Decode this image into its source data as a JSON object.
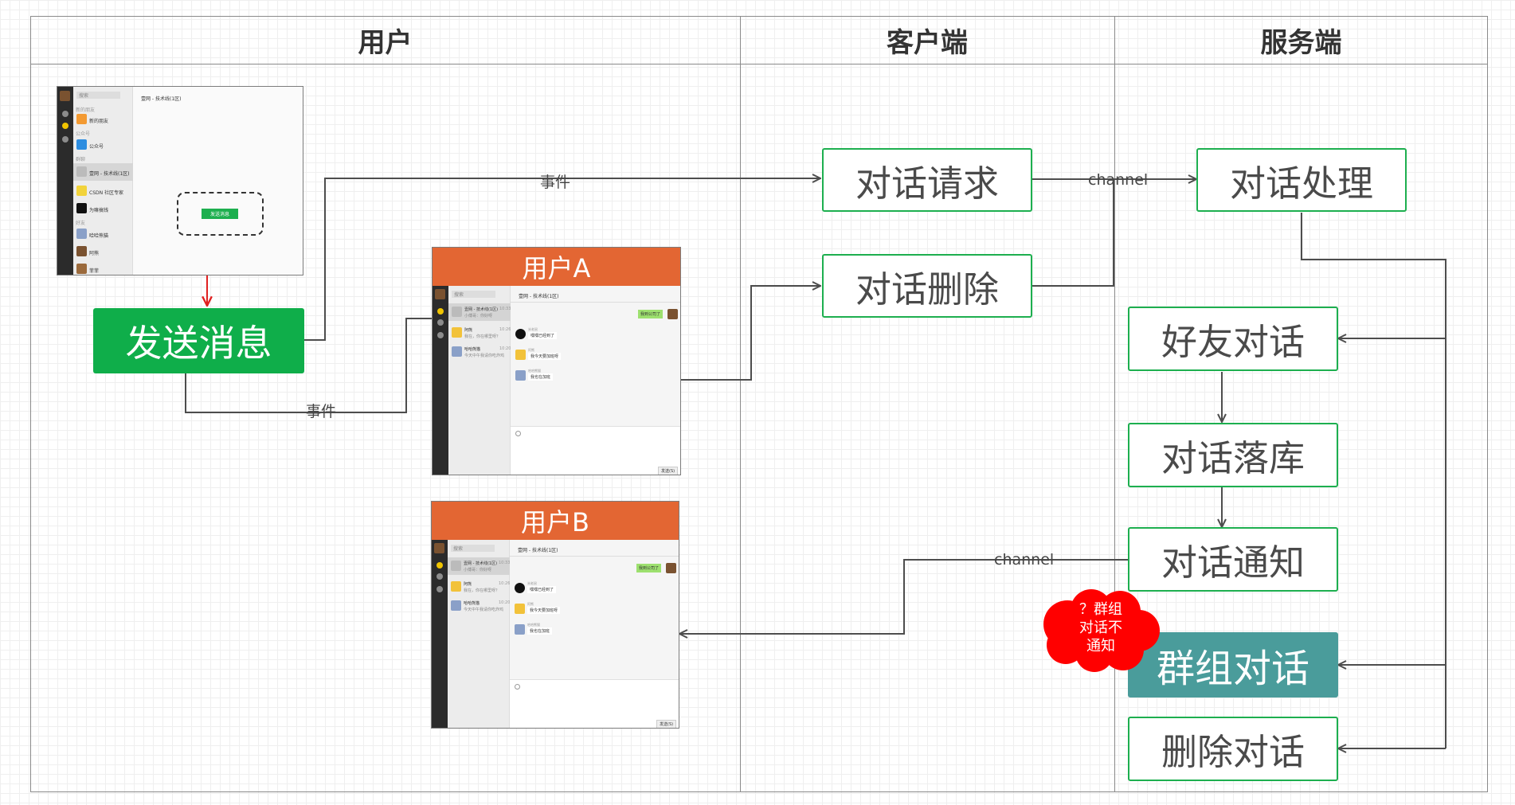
{
  "lanes": {
    "user": "用户",
    "client": "客户端",
    "server": "服务端"
  },
  "nodes": {
    "send_message": "发送消息",
    "dialog_request": "对话请求",
    "dialog_delete": "对话删除",
    "dialog_process": "对话处理",
    "friend_dialog": "好友对话",
    "dialog_store": "对话落库",
    "dialog_notify": "对话通知",
    "group_dialog": "群组对话",
    "delete_dialog": "删除对话"
  },
  "edge_labels": {
    "event_top": "事件",
    "event_bottom": "事件",
    "channel_top": "channel",
    "channel_bottom": "channel"
  },
  "callout": {
    "line1": "？群组",
    "line2": "对话不",
    "line3": "通知"
  },
  "windows": {
    "top_left": {
      "title": "壹网 - 技术线(1区)",
      "search": "搜索",
      "sections": [
        "新的朋友",
        "公众号",
        "群聊",
        "好友"
      ],
      "items": [
        "新的朋友",
        "公众号",
        "壹网 - 技术线(1区)",
        "CSDN 社区专家",
        "为嘛搞钱",
        "哈哈熊猫",
        "阿熊",
        "菲菲"
      ],
      "button": "发送消息"
    },
    "user_a": {
      "title": "用户A",
      "chat_title": "壹网 - 技术线(1区)",
      "search": "搜索",
      "chats": [
        {
          "name": "壹网 - 技术线(1区)",
          "preview": "小傅哥：你好呀",
          "time": "10:33"
        },
        {
          "name": "阿熊",
          "preview": "我在，你在哪里呀？",
          "time": "10:26"
        },
        {
          "name": "哈哈熊猫",
          "preview": "今天中午我请你吃炸鸡",
          "time": "10:20"
        }
      ],
      "messages": [
        {
          "sender": "小傅哥",
          "text": "我到公司了",
          "side": "right"
        },
        {
          "sender": "米老鼠",
          "text": "嘿嘿已经到了",
          "side": "left"
        },
        {
          "sender": "阿熊",
          "text": "我今天要加班呀",
          "side": "left"
        },
        {
          "sender": "哈哈熊猫",
          "text": "我也在加班",
          "side": "left"
        }
      ],
      "send_button": "发送(S)"
    },
    "user_b": {
      "title": "用户B",
      "chat_title": "壹网 - 技术线(1区)",
      "search": "搜索",
      "chats": [
        {
          "name": "壹网 - 技术线(1区)",
          "preview": "小傅哥：你好呀",
          "time": "10:33"
        },
        {
          "name": "阿熊",
          "preview": "我在，你在哪里呀？",
          "time": "10:26"
        },
        {
          "name": "哈哈熊猫",
          "preview": "今天中午我请你吃炸鸡",
          "time": "10:20"
        }
      ],
      "messages": [
        {
          "sender": "小傅哥",
          "text": "我到公司了",
          "side": "right"
        },
        {
          "sender": "米老鼠",
          "text": "嘿嘿已经到了",
          "side": "left"
        },
        {
          "sender": "阿熊",
          "text": "我今天要加班呀",
          "side": "left"
        },
        {
          "sender": "哈哈熊猫",
          "text": "我也在加班",
          "side": "left"
        }
      ],
      "send_button": "发送(S)"
    }
  },
  "colors": {
    "box_border": "#1daf4f",
    "send_fill": "#0fae4a",
    "window_header": "#e36633",
    "group_fill": "#4a9c9b",
    "callout_fill": "#ff0000",
    "connector": "#4d4d4d",
    "red_arrow": "#e02020"
  }
}
